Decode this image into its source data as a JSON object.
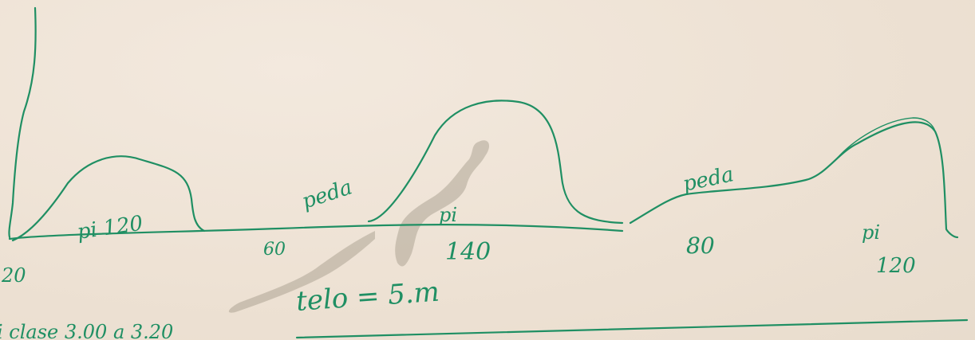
{
  "ink_color": "#1f8f63",
  "paper_color": "#efe4d8",
  "labels": {
    "hump1": "pi 120",
    "pedestal1": "peda",
    "gap1": "60",
    "hump2_top": "pi",
    "hump2_value": "140",
    "pedestal2": "peda",
    "gap2": "80",
    "hump3_top": "pi",
    "hump3_value": "120",
    "left_value": "20",
    "note": "telo = 5.m",
    "bottom_note": "i clase 3.00 a 3.20"
  }
}
